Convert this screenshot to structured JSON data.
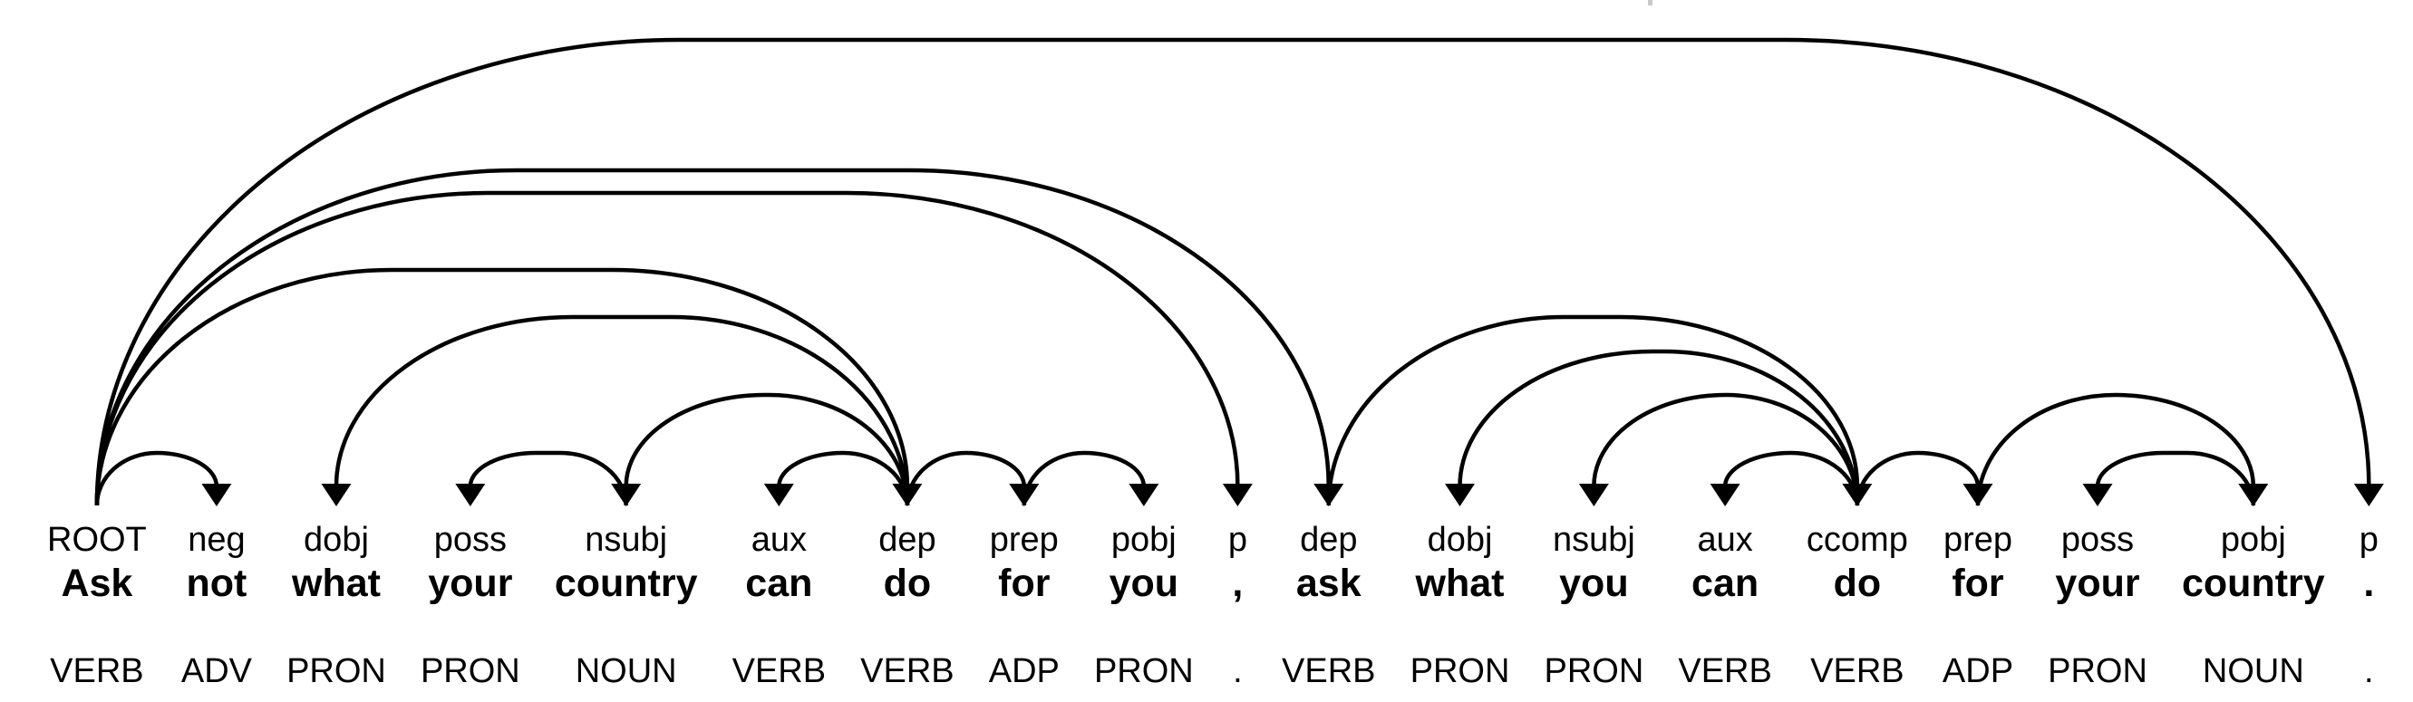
{
  "diagram": {
    "type": "dependency-parse",
    "sentence": "Ask not what your country can do for you , ask what you can do for your country .",
    "root_label": "ROOT"
  },
  "colors": {
    "background": "#ffffff",
    "text": "#000000",
    "arc": "#000000",
    "artifact": "#c9c9c9"
  },
  "tokens": [
    {
      "label": "ROOT",
      "text": "Ask",
      "pos": "VERB"
    },
    {
      "label": "neg",
      "text": "not",
      "pos": "ADV"
    },
    {
      "label": "dobj",
      "text": "what",
      "pos": "PRON"
    },
    {
      "label": "poss",
      "text": "your",
      "pos": "PRON"
    },
    {
      "label": "nsubj",
      "text": "country",
      "pos": "NOUN"
    },
    {
      "label": "aux",
      "text": "can",
      "pos": "VERB"
    },
    {
      "label": "dep",
      "text": "do",
      "pos": "VERB"
    },
    {
      "label": "prep",
      "text": "for",
      "pos": "ADP"
    },
    {
      "label": "pobj",
      "text": "you",
      "pos": "PRON"
    },
    {
      "label": "p",
      "text": ",",
      "pos": "."
    },
    {
      "label": "dep",
      "text": "ask",
      "pos": "VERB"
    },
    {
      "label": "dobj",
      "text": "what",
      "pos": "PRON"
    },
    {
      "label": "nsubj",
      "text": "you",
      "pos": "PRON"
    },
    {
      "label": "aux",
      "text": "can",
      "pos": "VERB"
    },
    {
      "label": "ccomp",
      "text": "do",
      "pos": "VERB"
    },
    {
      "label": "prep",
      "text": "for",
      "pos": "ADP"
    },
    {
      "label": "poss",
      "text": "your",
      "pos": "PRON"
    },
    {
      "label": "pobj",
      "text": "country",
      "pos": "NOUN"
    },
    {
      "label": "p",
      "text": ".",
      "pos": "."
    }
  ],
  "arcs": [
    {
      "head": 0,
      "dep": 1,
      "label": "neg"
    },
    {
      "head": 6,
      "dep": 2,
      "label": "dobj"
    },
    {
      "head": 4,
      "dep": 3,
      "label": "poss"
    },
    {
      "head": 6,
      "dep": 4,
      "label": "nsubj"
    },
    {
      "head": 6,
      "dep": 5,
      "label": "aux"
    },
    {
      "head": 0,
      "dep": 6,
      "label": "dep"
    },
    {
      "head": 6,
      "dep": 7,
      "label": "prep"
    },
    {
      "head": 7,
      "dep": 8,
      "label": "pobj"
    },
    {
      "head": 0,
      "dep": 9,
      "label": "p"
    },
    {
      "head": 0,
      "dep": 10,
      "label": "dep"
    },
    {
      "head": 14,
      "dep": 11,
      "label": "dobj"
    },
    {
      "head": 14,
      "dep": 12,
      "label": "nsubj"
    },
    {
      "head": 14,
      "dep": 13,
      "label": "aux"
    },
    {
      "head": 10,
      "dep": 14,
      "label": "ccomp"
    },
    {
      "head": 14,
      "dep": 15,
      "label": "prep"
    },
    {
      "head": 17,
      "dep": 16,
      "label": "poss"
    },
    {
      "head": 15,
      "dep": 17,
      "label": "pobj"
    },
    {
      "head": 0,
      "dep": 18,
      "label": "p"
    }
  ]
}
